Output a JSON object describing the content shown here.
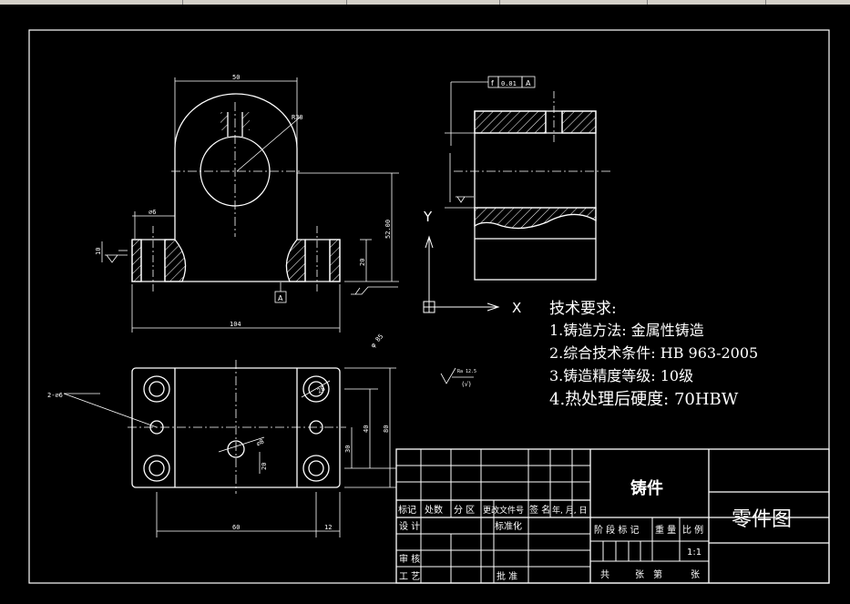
{
  "drawing": {
    "dims": {
      "top_width": "50",
      "radius": "R30",
      "base_width": "104",
      "height_total": "52.00",
      "base_height": "20",
      "cbore": "∅6",
      "left_h": "10",
      "plan_width": "60",
      "plan_off": "12",
      "plan_h1": "30",
      "plan_h2": "40",
      "plan_h3": "80",
      "holes": "2-∅6",
      "hole_d": "∅8",
      "pos_a": "28",
      "pos_b": "20",
      "small_note": "φ 85"
    },
    "tolerance": {
      "symbol": "f",
      "value": "0.01",
      "datum": "A"
    },
    "datum_label": "A",
    "axis_y": "Y",
    "axis_x": "X",
    "roughness_note": "Ra 12.5",
    "roughness_paren": "(√)"
  },
  "notes": {
    "title": "技术要求:",
    "items": [
      "1.铸造方法: 金属性铸造",
      "2.综合技术条件: HB 963-2005",
      "3.铸造精度等级: 10级",
      "4.热处理后硬度: 70HBW"
    ]
  },
  "title_block": {
    "part_name": "铸件",
    "drawing_type": "零件图",
    "rev_headers": [
      "标记",
      "处数",
      "分 区",
      "更改文件号",
      "签 名",
      "年, 月, 日"
    ],
    "design": "设 计",
    "standardize": "标准化",
    "stage_headers": [
      "阶 段 标 记",
      "重 量",
      "比 例"
    ],
    "scale": "1:1",
    "review": "审 核",
    "process": "工 艺",
    "approve": "批 准",
    "sheets_total": "共",
    "sheets_label": "张",
    "sheet_no": "第",
    "sheet_label": "张"
  }
}
